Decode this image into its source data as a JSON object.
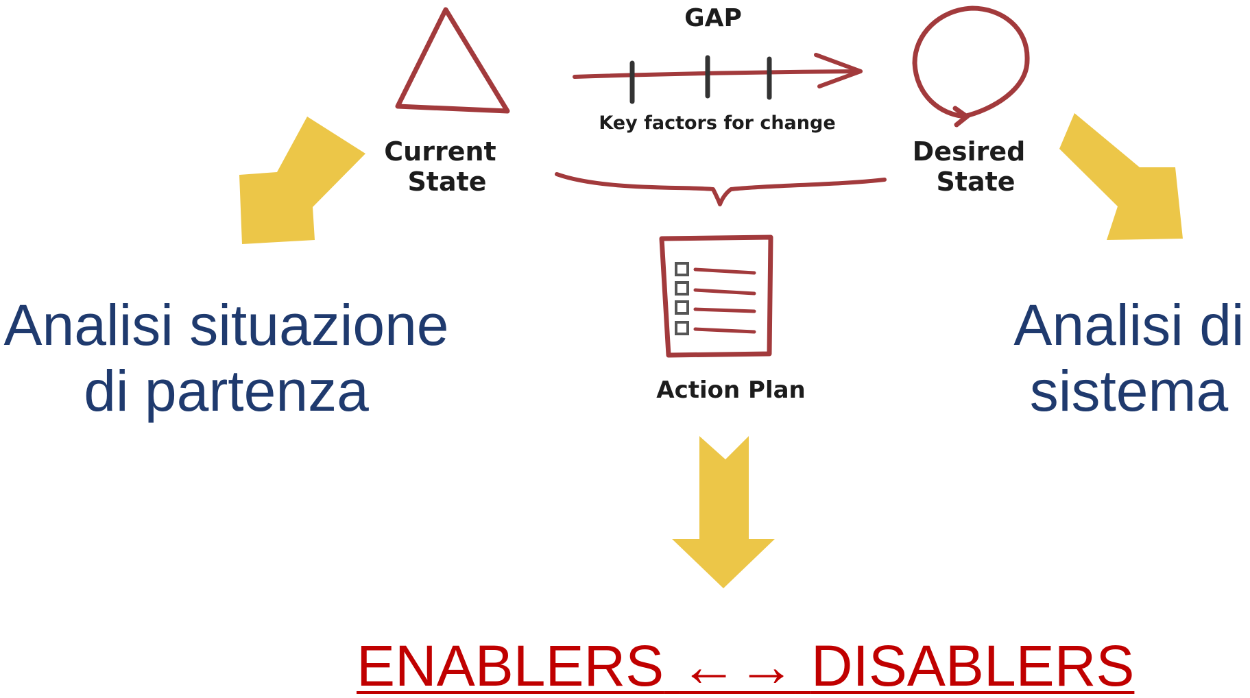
{
  "diagram": {
    "gap_label": "GAP",
    "key_factors_label": "Key factors for change",
    "current_state": {
      "line1": "Current",
      "line2": "State"
    },
    "desired_state": {
      "line1": "Desired",
      "line2": "State"
    },
    "action_plan_label": "Action Plan"
  },
  "captions": {
    "left": {
      "line1": "Analisi situazione",
      "line2": "di partenza"
    },
    "right": {
      "line1": "Analisi di",
      "line2": "sistema"
    },
    "bottom": {
      "enablers": "ENABLERS",
      "arrows": "←→",
      "disablers": "DISABLERS"
    }
  },
  "colors": {
    "sketch_red": "#a23a3c",
    "arrow_yellow": "#ecc648",
    "caption_blue": "#1f3a6e",
    "bottom_red": "#c00000",
    "ink": "#1c1c1c"
  },
  "icons": [
    "triangle-icon",
    "circle-icon",
    "checklist-icon",
    "arrow-right-icon",
    "brace-icon",
    "down-left-arrow",
    "down-right-arrow",
    "down-arrow"
  ]
}
